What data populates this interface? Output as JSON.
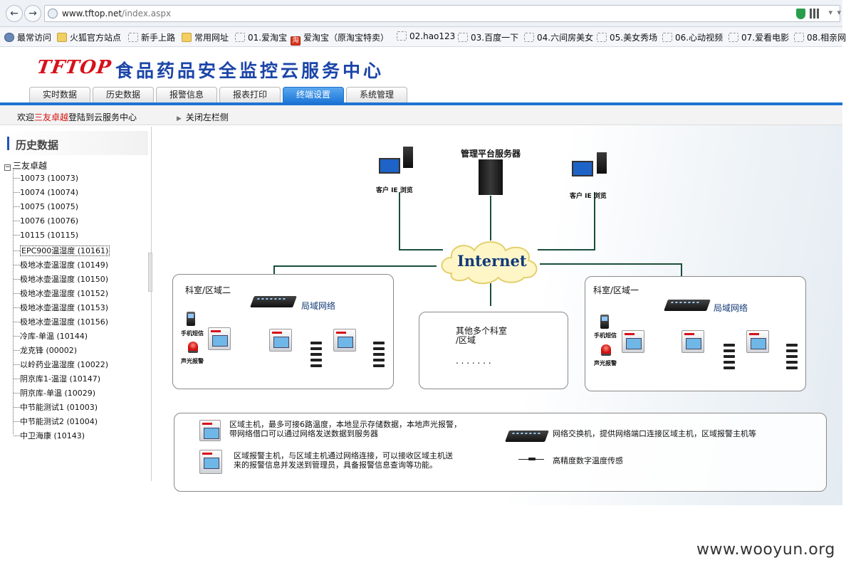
{
  "browser": {
    "url_host": "www.tftop.net",
    "url_path": "/index.aspx"
  },
  "bookmarks": [
    {
      "label": "最常访问",
      "icon": "key-icon"
    },
    {
      "label": "火狐官方站点",
      "icon": "folder-icon"
    },
    {
      "label": "新手上路",
      "icon": "page-icon"
    },
    {
      "label": "常用网址",
      "icon": "folder-icon"
    },
    {
      "label": "01.爱淘宝",
      "icon": "page-icon"
    },
    {
      "label": "爱淘宝（原淘宝特卖）",
      "icon": "taobao-icon"
    },
    {
      "label": "02.hao123",
      "icon": "page-icon"
    },
    {
      "label": "03.百度一下",
      "icon": "page-icon"
    },
    {
      "label": "04.六间房美女",
      "icon": "page-icon"
    },
    {
      "label": "05.美女秀场",
      "icon": "page-icon"
    },
    {
      "label": "06.心动视频",
      "icon": "page-icon"
    },
    {
      "label": "07.爱看电影",
      "icon": "page-icon"
    },
    {
      "label": "08.相亲网",
      "icon": "page-icon"
    }
  ],
  "header": {
    "logo": "TFTOP",
    "title": "食品药品安全监控云服务中心",
    "tabs": [
      "实时数据",
      "历史数据",
      "报警信息",
      "报表打印",
      "终端设置",
      "系统管理"
    ],
    "active_tab": "终端设置"
  },
  "subbar": {
    "welcome_prefix": "欢迎",
    "user": "三友卓越",
    "welcome_suffix": "登陆到云服务中心",
    "close_left": "关闭左栏侧"
  },
  "sidebar": {
    "title": "历史数据",
    "root": "三友卓越",
    "items": [
      "10073 (10073)",
      "10074 (10074)",
      "10075 (10075)",
      "10076 (10076)",
      "10115 (10115)",
      "EPC900温湿度 (10161)",
      "极地冰壶温湿度 (10149)",
      "极地冰壶温湿度 (10150)",
      "极地冰壶温湿度 (10152)",
      "极地冰壶温湿度 (10153)",
      "极地冰壶温湿度 (10156)",
      "冷库-单温 (10144)",
      "龙克锋 (00002)",
      "以岭药业温湿度 (10022)",
      "阴京库1-温湿 (10147)",
      "阴京库-单温 (10029)",
      "中节能测试1 (01003)",
      "中节能测试2 (01004)",
      "中卫海康 (10143)"
    ],
    "selected_index": 5
  },
  "diagram": {
    "server_label": "管理平台服务器",
    "client_label": "客户 IE 浏览",
    "internet_label": "Internet",
    "zone2_title": "科室/区域二",
    "zone1_title": "科室/区域一",
    "lan_label": "局域网络",
    "phone_label": "手机短信",
    "siren_label": "声光报警",
    "other_line1": "其他多个科室",
    "other_line2": "/区域",
    "other_dots": ". . . . . . .",
    "legend": {
      "area_host": "区域主机，最多可接6路温度，本地显示存储数据，本地声光报警，带网络借口可以通过网络发送数据到服务器",
      "alarm_host": "区域报警主机，与区域主机通过网络连接，可以接收区域主机送来的报警信息并发送到管理员，具备报警信息查询等功能。",
      "switch": "网络交换机，提供网络端口连接区域主机，区域报警主机等",
      "sensor": "高精度数字温度传感"
    }
  },
  "watermark": "www.wooyun.org",
  "colors": {
    "brand_red": "#d6111b",
    "title_blue": "#1b45a8",
    "tab_active": "#1f78d8",
    "line_green": "#1a4f3a"
  }
}
